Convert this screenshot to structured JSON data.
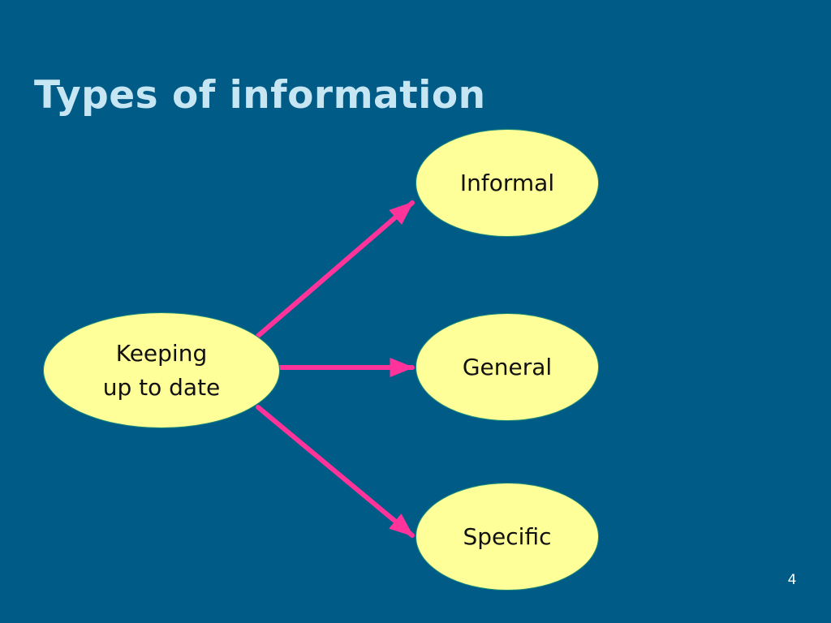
{
  "slide": {
    "title": "Types of information",
    "page_number": "4"
  },
  "diagram": {
    "source": {
      "label": "Keeping\nup to date"
    },
    "targets": [
      {
        "label": "Informal"
      },
      {
        "label": "General"
      },
      {
        "label": "Specific"
      }
    ],
    "colors": {
      "background": "#005b87",
      "title": "#c6e6f4",
      "node_fill": "#ffff99",
      "node_border": "#1a8a78",
      "arrow": "#ff3399"
    }
  }
}
